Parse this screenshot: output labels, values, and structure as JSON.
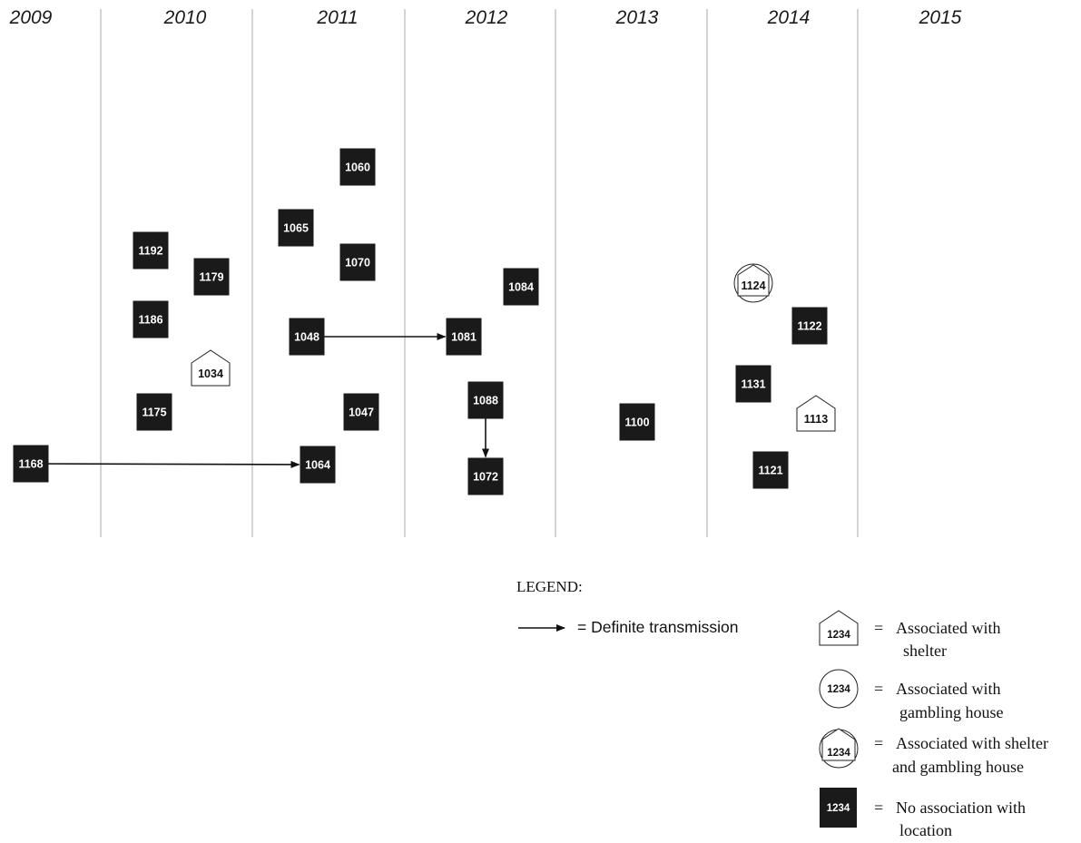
{
  "years": [
    "2009",
    "2010",
    "2011",
    "2012",
    "2013",
    "2014",
    "2015"
  ],
  "cases": [
    {
      "id": "1060",
      "type": "none"
    },
    {
      "id": "1065",
      "type": "none"
    },
    {
      "id": "1192",
      "type": "none"
    },
    {
      "id": "1070",
      "type": "none"
    },
    {
      "id": "1179",
      "type": "none"
    },
    {
      "id": "1084",
      "type": "none"
    },
    {
      "id": "1124",
      "type": "shelter-gambling"
    },
    {
      "id": "1186",
      "type": "none"
    },
    {
      "id": "1122",
      "type": "none"
    },
    {
      "id": "1048",
      "type": "none"
    },
    {
      "id": "1081",
      "type": "none"
    },
    {
      "id": "1034",
      "type": "shelter"
    },
    {
      "id": "1131",
      "type": "none"
    },
    {
      "id": "1088",
      "type": "none"
    },
    {
      "id": "1175",
      "type": "none"
    },
    {
      "id": "1047",
      "type": "none"
    },
    {
      "id": "1113",
      "type": "shelter"
    },
    {
      "id": "1100",
      "type": "none"
    },
    {
      "id": "1168",
      "type": "none"
    },
    {
      "id": "1064",
      "type": "none"
    },
    {
      "id": "1072",
      "type": "none"
    },
    {
      "id": "1121",
      "type": "none"
    }
  ],
  "transmissions": [
    {
      "from": "1168",
      "to": "1064"
    },
    {
      "from": "1048",
      "to": "1081"
    },
    {
      "from": "1088",
      "to": "1072"
    }
  ],
  "legend": {
    "title": "LEGEND:",
    "arrow_label": "= Definite transmission",
    "sample_id": "1234",
    "items": [
      {
        "type": "shelter",
        "eq": "=",
        "line1": "Associated with",
        "line2": "shelter"
      },
      {
        "type": "gambling",
        "eq": "=",
        "line1": "Associated with",
        "line2": "gambling house"
      },
      {
        "type": "shelter-gambling",
        "eq": "=",
        "line1": "Associated with shelter",
        "line2": "and gambling house"
      },
      {
        "type": "none",
        "eq": "=",
        "line1": "No association with",
        "line2": "location"
      }
    ]
  },
  "colors": {
    "node_fill": "#1a1a1a",
    "divider": "#d4d4d4",
    "ink": "#111111"
  }
}
